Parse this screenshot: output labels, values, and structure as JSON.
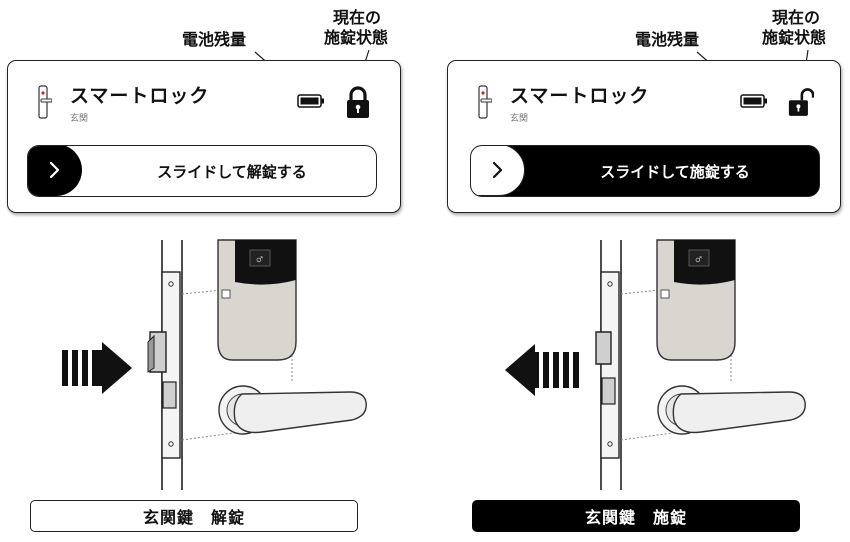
{
  "annotations": {
    "battery_label": "電池残量",
    "state_label_line1": "現在の",
    "state_label_line2": "施錠状態"
  },
  "panels": [
    {
      "card": {
        "name": "スマートロック",
        "location": "玄関",
        "state_icon": "locked-padlock-icon",
        "battery_icon": "battery-full-icon"
      },
      "slider": {
        "label": "スライドして解錠する",
        "knob_icon": "chevron-right-icon",
        "theme": "light"
      },
      "illustration": {
        "arrow_direction": "right",
        "bolt": "extended"
      },
      "caption": {
        "text": "玄関鍵　解錠",
        "theme": "light"
      }
    },
    {
      "card": {
        "name": "スマートロック",
        "location": "玄関",
        "state_icon": "unlocked-padlock-icon",
        "battery_icon": "battery-full-icon"
      },
      "slider": {
        "label": "スライドして施錠する",
        "knob_icon": "chevron-right-icon",
        "theme": "dark"
      },
      "illustration": {
        "arrow_direction": "left",
        "bolt": "retracted"
      },
      "caption": {
        "text": "玄関鍵　施錠",
        "theme": "dark"
      }
    }
  ],
  "colors": {
    "primary": "#000000",
    "background": "#ffffff",
    "accent_red": "#e02020"
  }
}
